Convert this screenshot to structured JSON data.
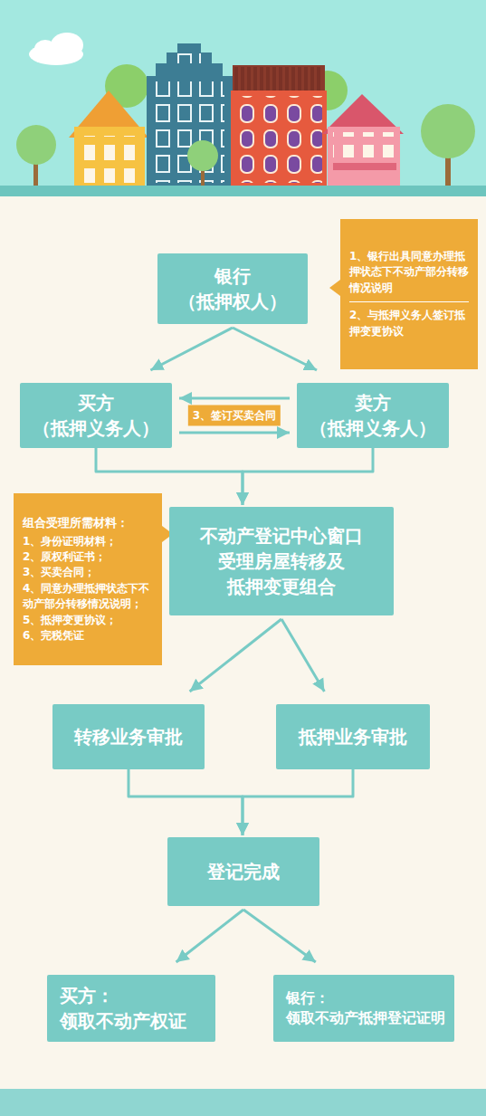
{
  "diagram": {
    "nodes": [
      {
        "text": [
          "银行 （抵押权人）"
        ]
      },
      {
        "text": [
          "1、银行出具同意办理抵押状态下不动产部分转移情况说明",
          "2、与抵押义务人签订抵押变更协议"
        ]
      },
      {
        "text": [
          "买方 （抵押义务人）"
        ]
      },
      {
        "text": [
          "卖方 （抵押义务人）"
        ]
      },
      {
        "text": [
          "组合受理所需材料：",
          "1、身份证明材料；",
          "2、原权利证书；",
          "3、买卖合同；",
          "4、同意办理抵押状态下不动产部分转移情况说明；",
          "5、抵押变更协议；",
          "6、完税凭证"
        ]
      },
      {
        "text": [
          "不动产登记中心窗口 受理房屋转移及 抵押变更组合"
        ]
      },
      {
        "text": [
          "转移业务审批"
        ]
      },
      {
        "text": [
          "抵押业务审批"
        ]
      },
      {
        "text": [
          "登记完成"
        ]
      },
      {
        "text": [
          "买方：",
          "领取不动产权证"
        ]
      },
      {
        "text": [
          "银行：",
          "领取不动产抵押登记证明"
        ]
      }
    ],
    "edges": [
      {
        "from": 3,
        "to": 2,
        "label": "3、签订买卖合同",
        "arrow": "to"
      },
      {
        "from": 2,
        "to": 3,
        "arrow": "to"
      },
      {
        "from": 0,
        "to": 2,
        "arrow": "to"
      },
      {
        "from": 0,
        "to": 3,
        "arrow": "to"
      },
      {
        "from": 2,
        "to": 5,
        "arrow": "to"
      },
      {
        "from": 3,
        "to": 5,
        "arrow": "to"
      },
      {
        "from": 5,
        "to": 6,
        "arrow": "to"
      },
      {
        "from": 5,
        "to": 7,
        "arrow": "to"
      },
      {
        "from": 6,
        "to": 8,
        "arrow": "to"
      },
      {
        "from": 7,
        "to": 8,
        "arrow": "to"
      },
      {
        "from": 8,
        "to": 9,
        "arrow": "to"
      },
      {
        "from": 8,
        "to": 10,
        "arrow": "to"
      }
    ]
  }
}
